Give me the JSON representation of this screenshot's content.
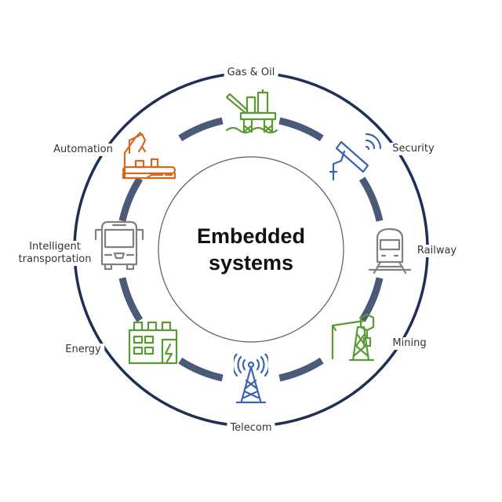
{
  "title": {
    "line1": "Embedded",
    "line2": "systems"
  },
  "sectors": {
    "gas_oil": "Gas & Oil",
    "security": "Security",
    "railway": "Railway",
    "mining": "Mining",
    "telecom": "Telecom",
    "energy": "Energy",
    "transport_line1": "Intelligent",
    "transport_line2": "transportation",
    "automation": "Automation"
  },
  "colors": {
    "ring_outer": "#1f2f55",
    "ring_dashed": "#4a5a78",
    "green": "#5a9a35",
    "orange": "#d2691e",
    "blue": "#3b62b5",
    "gray": "#808080"
  }
}
